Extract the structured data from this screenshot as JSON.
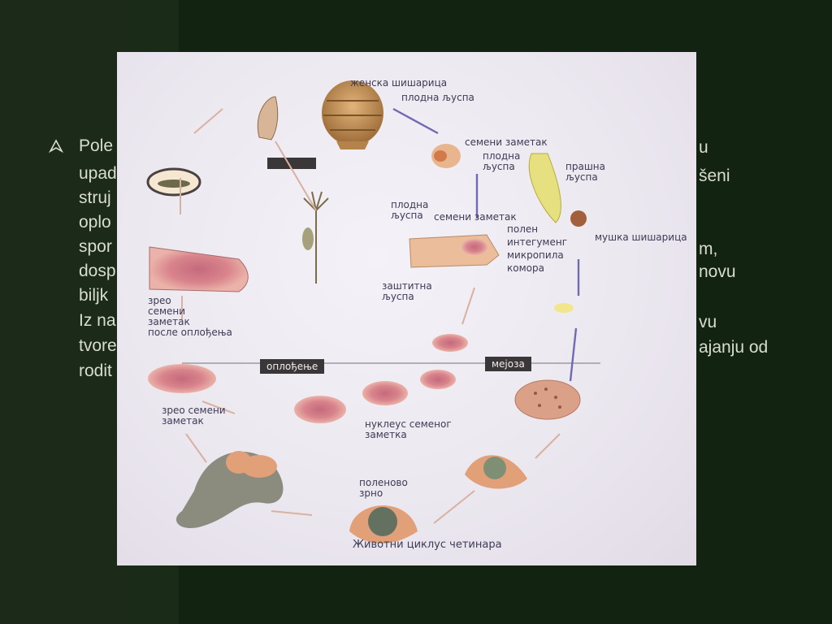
{
  "slide": {
    "left_fragments": [
      "Pole",
      "upad",
      "struj",
      "oplo",
      "spor",
      "dosp",
      "biljk",
      "Iz na",
      "tvore",
      "rodit"
    ],
    "right_fragments": [
      "u",
      "šeni",
      "m,",
      "novu",
      "vu",
      "ajanju od"
    ]
  },
  "figure": {
    "labels": {
      "female_cone": "женска шишарица",
      "seed_scale_top": "плодна љуспа",
      "ovule": "семени заметак",
      "seed_scale_mid": "плодна\nљуспа",
      "microsporophyll": "прашна\nљуспа",
      "seed_scale_left": "плодна\nљуспа",
      "ovule_center": "семени заметак",
      "pollen": "полен",
      "integument": "интегуменг",
      "micropyle": "микропила",
      "chamber": "комора",
      "male_cone": "мушка шишарица",
      "protective_scale": "заштитна\nљуспа",
      "mature_ovule_after": "зрео\nсемени\nзаметак\nпосле оплођења",
      "fertilization": "оплођење",
      "meiosis": "мејоза",
      "mature_ovule": "зрео семени\nзаметак",
      "nucellus": "нуклеус семеног\nзаметка",
      "pollen_grain": "поленово\nзрно",
      "title": "Животни циклус четинара"
    }
  }
}
